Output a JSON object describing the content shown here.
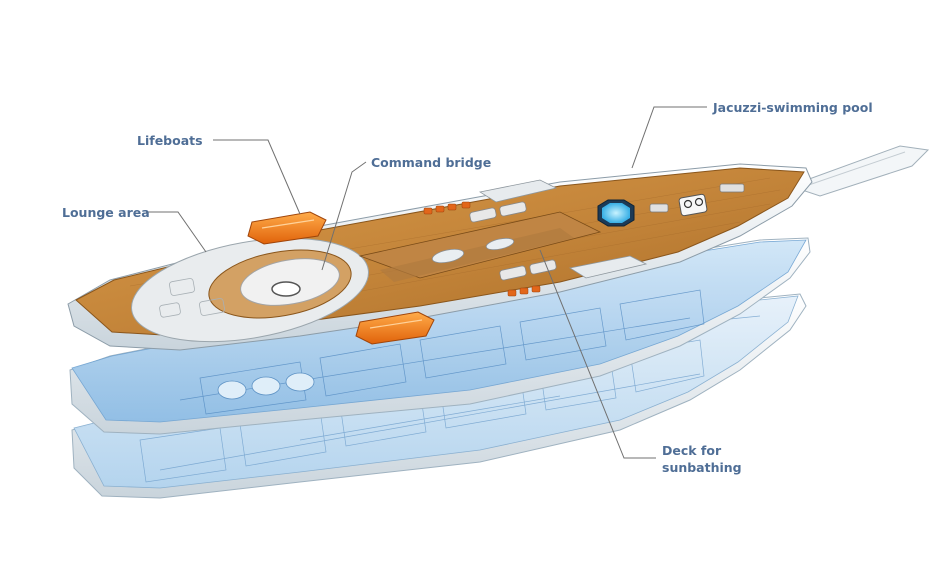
{
  "labels": {
    "lifeboats": "Lifeboats",
    "command_bridge": "Command bridge",
    "lounge_area": "Lounge area",
    "jacuzzi_pool": "Jacuzzi-swimming pool",
    "deck_line1": "Deck for",
    "deck_line2": "sunbathing"
  },
  "colors": {
    "label_text": "#4f6e96",
    "leader_line": "#707070",
    "wood": "#c98a3c",
    "wood_dark": "#8a561c",
    "lower_deck_blue": "#a9cdec",
    "hull_white": "#eef3f7",
    "lifeboat_orange": "#f07a14"
  },
  "icons": {
    "lifeboat": "lifeboat-icon",
    "pool": "octagon-pool-icon",
    "helm": "command-bridge-icon"
  }
}
